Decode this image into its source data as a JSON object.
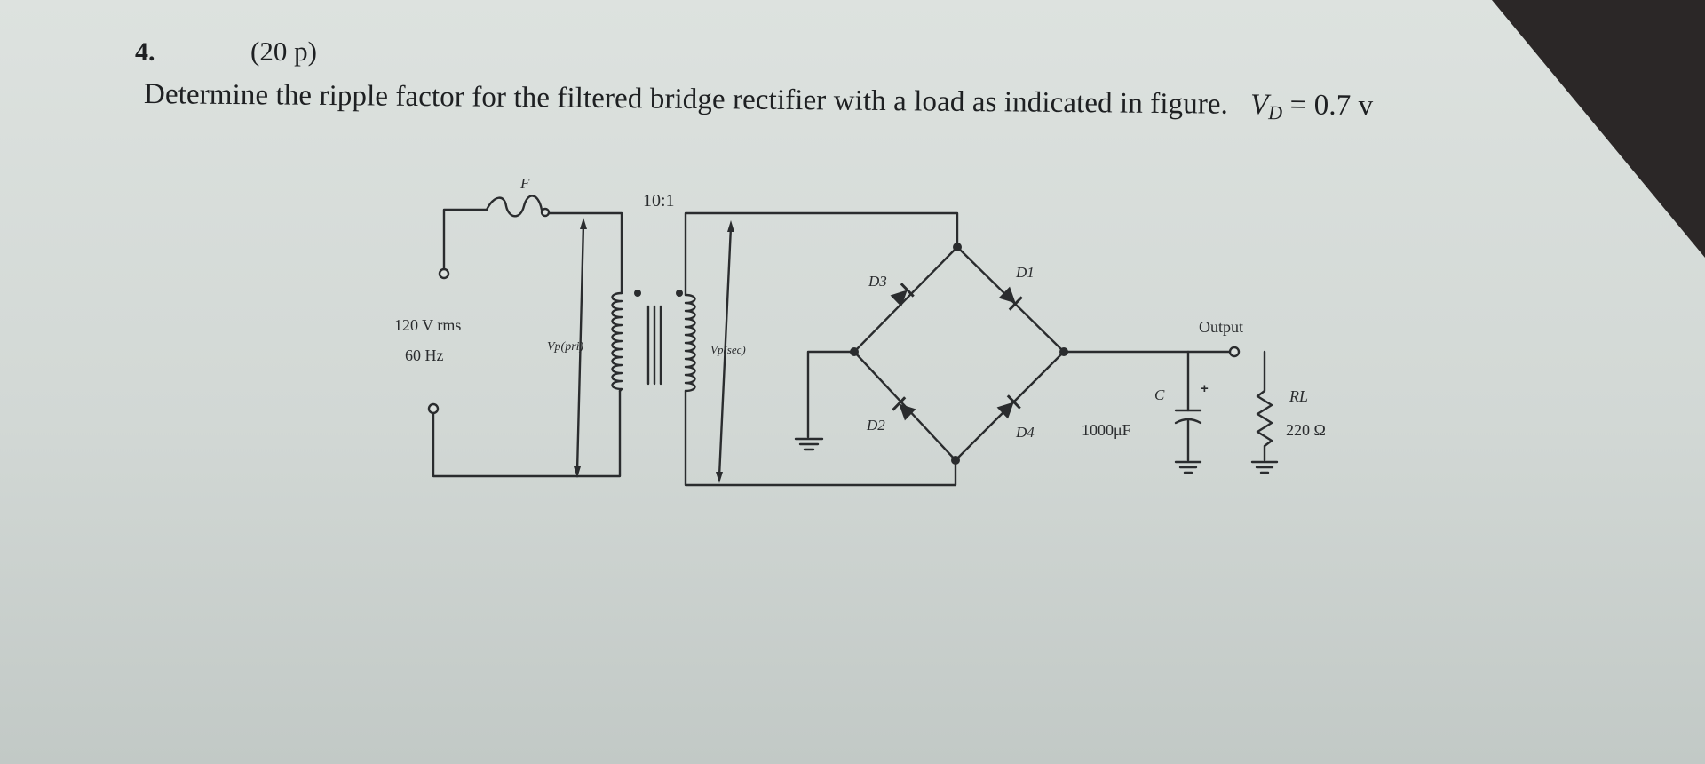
{
  "question": {
    "number": "4.",
    "points": "(20 p)",
    "text": "Determine the ripple factor for the filtered bridge rectifier with a load as indicated in figure.",
    "vd_symbol": "V",
    "vd_subscript": "D",
    "vd_value": " = 0.7 v"
  },
  "circuit": {
    "fuse_label": "F",
    "turns_ratio": "10:1",
    "source_voltage": "120 V rms",
    "source_frequency": "60 Hz",
    "primary_voltage_label": "Vp(pri)",
    "secondary_voltage_label": "Vp(sec)",
    "diode_d1": "D1",
    "diode_d2": "D2",
    "diode_d3": "D3",
    "diode_d4": "D4",
    "output_label": "Output",
    "capacitor_label": "C",
    "capacitor_value": "1000μF",
    "capacitor_polarity": "+",
    "resistor_label": "RL",
    "resistor_value": "220 Ω"
  }
}
